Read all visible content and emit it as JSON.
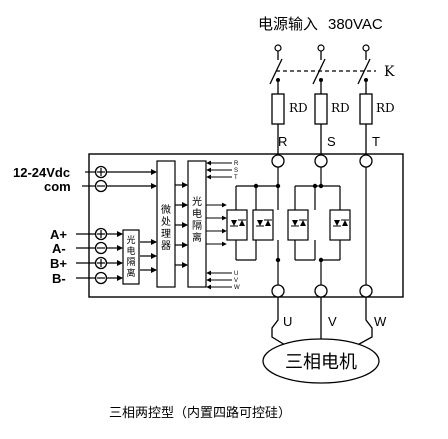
{
  "supply": {
    "label": "电源输入",
    "voltage": "380VAC",
    "switch_label": "K"
  },
  "fuse_label": "RD",
  "phases_in": [
    "R",
    "S",
    "T"
  ],
  "phases_out": [
    "U",
    "V",
    "W"
  ],
  "inputs": {
    "power": "12-24Vdc",
    "com": "com",
    "a_plus": "A+",
    "a_minus": "A-",
    "b_plus": "B+",
    "b_minus": "B-"
  },
  "terminal_signs": [
    "⊕",
    "⊖",
    "⊕",
    "⊖",
    "⊕",
    "⊖"
  ],
  "blocks": {
    "opto_small": "光电隔离",
    "microprocessor": "微处理器",
    "opto_big": "光电隔离"
  },
  "rst_pins": [
    "R",
    "S",
    "T"
  ],
  "uvw_pins": [
    "U",
    "V",
    "W"
  ],
  "motor": "三相电机",
  "caption": "三相两控型（内置四路可控硅）"
}
